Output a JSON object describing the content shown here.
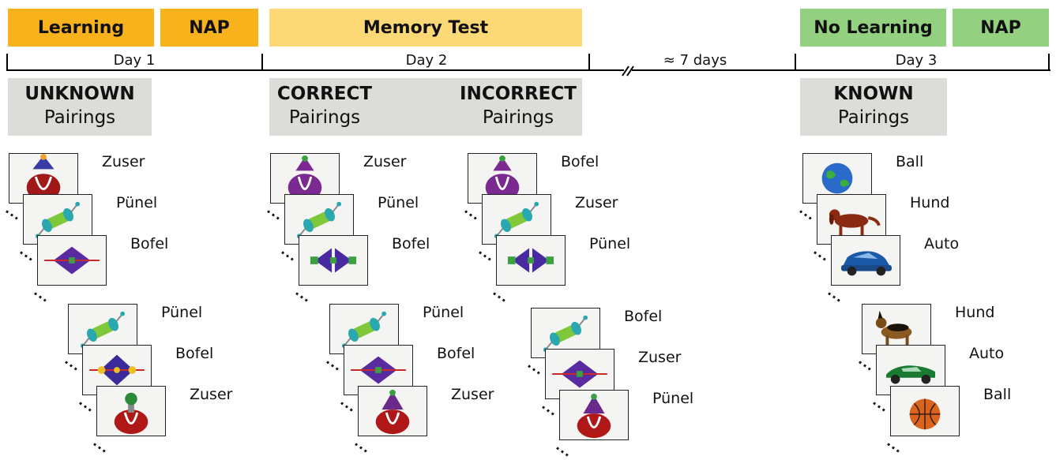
{
  "phases": {
    "learning": "Learning",
    "nap1": "NAP",
    "memory_test": "Memory Test",
    "no_learning": "No Learning",
    "nap2": "NAP"
  },
  "timeline": {
    "day1": "Day 1",
    "day2": "Day 2",
    "gap": "≈ 7 days",
    "day3": "Day 3"
  },
  "categories": {
    "unknown": {
      "bold": "UNKNOWN",
      "sub": "Pairings"
    },
    "correct": {
      "bold": "CORRECT",
      "sub": "Pairings"
    },
    "incorrect": {
      "bold": "INCORRECT",
      "sub": "Pairings"
    },
    "known": {
      "bold": "KNOWN",
      "sub": "Pairings"
    }
  },
  "stacks": {
    "unknown_top": [
      "Zuser",
      "Pünel",
      "Bofel"
    ],
    "unknown_bottom": [
      "Pünel",
      "Bofel",
      "Zuser"
    ],
    "correct_top": [
      "Zuser",
      "Pünel",
      "Bofel"
    ],
    "correct_bottom": [
      "Pünel",
      "Bofel",
      "Zuser"
    ],
    "incorrect_top": [
      "Bofel",
      "Zuser",
      "Pünel"
    ],
    "incorrect_bottom": [
      "Bofel",
      "Zuser",
      "Pünel"
    ],
    "known_top": [
      "Ball",
      "Hund",
      "Auto"
    ],
    "known_bottom": [
      "Hund",
      "Auto",
      "Ball"
    ]
  },
  "colors": {
    "learning_orange": "#f7b21c",
    "memory_yellow": "#fcd877",
    "known_green": "#93d07f",
    "category_gray": "#dcdcd8"
  }
}
